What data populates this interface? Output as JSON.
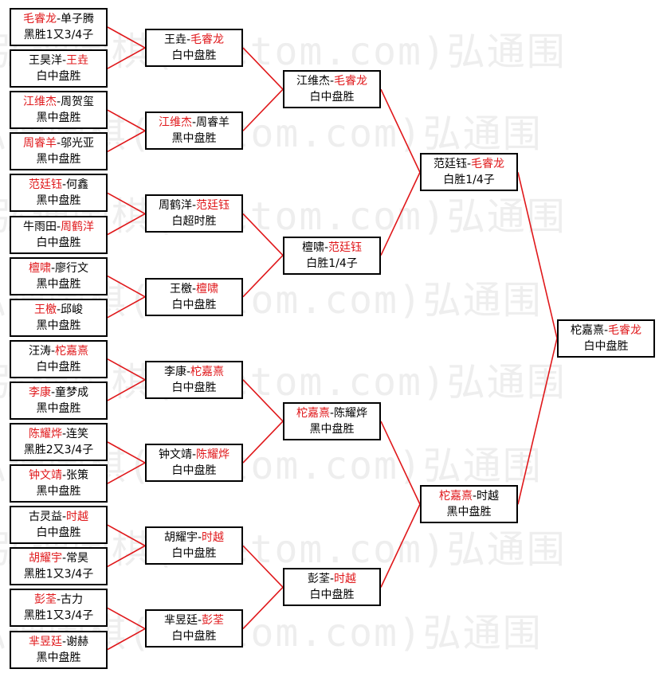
{
  "watermark": "弘通围棋(hoetom.com)弘通围",
  "rounds": [
    [
      {
        "p1": "毛睿龙",
        "p2": "单子腾",
        "winner": 1,
        "result": "黑胜1又3/4子"
      },
      {
        "p1": "王昊洋",
        "p2": "王垚",
        "winner": 2,
        "result": "白中盘胜"
      },
      {
        "p1": "江维杰",
        "p2": "周贺玺",
        "winner": 1,
        "result": "黑中盘胜"
      },
      {
        "p1": "周睿羊",
        "p2": "邬光亚",
        "winner": 1,
        "result": "黑中盘胜"
      },
      {
        "p1": "范廷钰",
        "p2": "何鑫",
        "winner": 1,
        "result": "黑中盘胜"
      },
      {
        "p1": "牛雨田",
        "p2": "周鹤洋",
        "winner": 2,
        "result": "白中盘胜"
      },
      {
        "p1": "檀啸",
        "p2": "廖行文",
        "winner": 1,
        "result": "黑中盘胜"
      },
      {
        "p1": "王檄",
        "p2": "邱峻",
        "winner": 1,
        "result": "黑中盘胜"
      },
      {
        "p1": "汪涛",
        "p2": "柁嘉熹",
        "winner": 2,
        "result": "白中盘胜"
      },
      {
        "p1": "李康",
        "p2": "童梦成",
        "winner": 1,
        "result": "黑中盘胜"
      },
      {
        "p1": "陈耀烨",
        "p2": "连笑",
        "winner": 1,
        "result": "黑胜2又3/4子"
      },
      {
        "p1": "钟文靖",
        "p2": "张策",
        "winner": 1,
        "result": "黑中盘胜"
      },
      {
        "p1": "古灵益",
        "p2": "时越",
        "winner": 2,
        "result": "白中盘胜"
      },
      {
        "p1": "胡耀宇",
        "p2": "常昊",
        "winner": 1,
        "result": "黑胜1又3/4子"
      },
      {
        "p1": "彭荃",
        "p2": "古力",
        "winner": 1,
        "result": "黑胜1又3/4子"
      },
      {
        "p1": "芈昱廷",
        "p2": "谢赫",
        "winner": 1,
        "result": "黑中盘胜"
      }
    ],
    [
      {
        "p1": "王垚",
        "p2": "毛睿龙",
        "winner": 2,
        "result": "白中盘胜"
      },
      {
        "p1": "江维杰",
        "p2": "周睿羊",
        "winner": 1,
        "result": "黑中盘胜"
      },
      {
        "p1": "周鹤洋",
        "p2": "范廷钰",
        "winner": 2,
        "result": "白超时胜"
      },
      {
        "p1": "王檄",
        "p2": "檀啸",
        "winner": 2,
        "result": "白中盘胜"
      },
      {
        "p1": "李康",
        "p2": "柁嘉熹",
        "winner": 2,
        "result": "白中盘胜"
      },
      {
        "p1": "钟文靖",
        "p2": "陈耀烨",
        "winner": 2,
        "result": "白中盘胜"
      },
      {
        "p1": "胡耀宇",
        "p2": "时越",
        "winner": 2,
        "result": "白中盘胜"
      },
      {
        "p1": "芈昱廷",
        "p2": "彭荃",
        "winner": 2,
        "result": "白中盘胜"
      }
    ],
    [
      {
        "p1": "江维杰",
        "p2": "毛睿龙",
        "winner": 2,
        "result": "白中盘胜"
      },
      {
        "p1": "檀啸",
        "p2": "范廷钰",
        "winner": 2,
        "result": "白胜1/4子"
      },
      {
        "p1": "柁嘉熹",
        "p2": "陈耀烨",
        "winner": 1,
        "result": "黑中盘胜"
      },
      {
        "p1": "彭荃",
        "p2": "时越",
        "winner": 2,
        "result": "白中盘胜"
      }
    ],
    [
      {
        "p1": "范廷钰",
        "p2": "毛睿龙",
        "winner": 2,
        "result": "白胜1/4子"
      },
      {
        "p1": "柁嘉熹",
        "p2": "时越",
        "winner": 1,
        "result": "黑中盘胜"
      }
    ],
    [
      {
        "p1": "柁嘉熹",
        "p2": "毛睿龙",
        "winner": 2,
        "result": "白中盘胜"
      }
    ]
  ],
  "colors": {
    "line": "#e0181b",
    "winner": "#e0181b",
    "text": "#000000",
    "border": "#000000"
  }
}
